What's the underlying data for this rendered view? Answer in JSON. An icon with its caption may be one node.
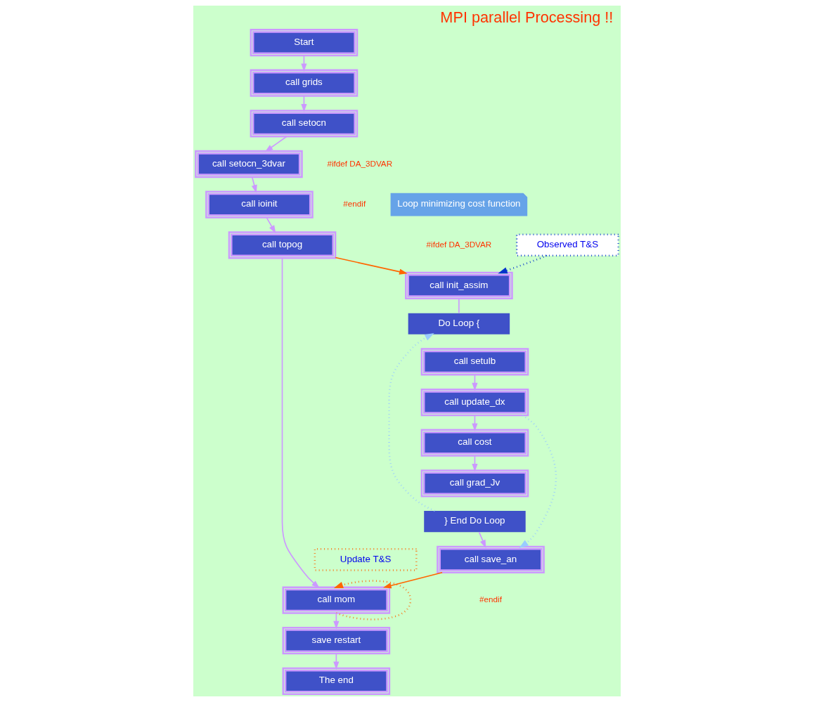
{
  "diagram": {
    "title": "MPI parallel Processing !!",
    "nodes": [
      {
        "text": [
          "Start"
        ]
      },
      {
        "text": [
          "call grids"
        ]
      },
      {
        "text": [
          "call setocn"
        ]
      },
      {
        "text": [
          "call setocn_3dvar"
        ]
      },
      {
        "text": [
          "call ioinit"
        ]
      },
      {
        "text": [
          "call topog"
        ]
      },
      {
        "text": [
          "call mom"
        ]
      },
      {
        "text": [
          "save restart"
        ]
      },
      {
        "text": [
          "The end"
        ]
      },
      {
        "text": [
          "Loop minimizing cost function"
        ]
      },
      {
        "text": [
          "Observed T&S"
        ]
      },
      {
        "text": [
          "call init_assim"
        ]
      },
      {
        "text": [
          "Do Loop {"
        ]
      },
      {
        "text": [
          "call setulb"
        ]
      },
      {
        "text": [
          "call update_dx"
        ]
      },
      {
        "text": [
          "call cost"
        ]
      },
      {
        "text": [
          "call grad_Jv"
        ]
      },
      {
        "text": [
          "} End Do Loop"
        ]
      },
      {
        "text": [
          "call save_an"
        ]
      },
      {
        "text": [
          "Update T&S"
        ]
      }
    ],
    "edges": [
      {
        "from": 0,
        "to": 1,
        "arrow": "to"
      },
      {
        "from": 1,
        "to": 2,
        "arrow": "to"
      },
      {
        "from": 2,
        "to": 3,
        "arrow": "to"
      },
      {
        "from": 3,
        "to": 4,
        "arrow": "to"
      },
      {
        "from": 4,
        "to": 5,
        "arrow": "to"
      },
      {
        "from": 5,
        "to": 6,
        "arrow": "to"
      },
      {
        "from": 6,
        "to": 7,
        "arrow": "to"
      },
      {
        "from": 7,
        "to": 8,
        "arrow": "to"
      },
      {
        "from": 5,
        "to": 11,
        "arrow": "to",
        "color": "#ff6600"
      },
      {
        "from": 10,
        "to": 11,
        "arrow": "to",
        "style": "dashed",
        "color": "#0033cc"
      },
      {
        "from": 11,
        "to": 12,
        "arrow": "none"
      },
      {
        "from": 13,
        "to": 14,
        "arrow": "to"
      },
      {
        "from": 14,
        "to": 15,
        "arrow": "to"
      },
      {
        "from": 15,
        "to": 16,
        "arrow": "to"
      },
      {
        "from": 17,
        "to": 12,
        "arrow": "to",
        "style": "dashed",
        "color": "#99ccff"
      },
      {
        "from": 17,
        "to": 18,
        "arrow": "to"
      },
      {
        "from": 14,
        "to": 18,
        "arrow": "to",
        "style": "dashed",
        "color": "#99ccff"
      },
      {
        "from": 18,
        "to": 6,
        "arrow": "to",
        "color": "#ff6600"
      },
      {
        "from": 6,
        "to": 6,
        "arrow": "to",
        "style": "dashed",
        "color": "#ff6600"
      }
    ],
    "labels": [
      "#ifdef DA_3DVAR",
      "#endif",
      "#ifdef DA_3DVAR",
      "#endif"
    ]
  }
}
